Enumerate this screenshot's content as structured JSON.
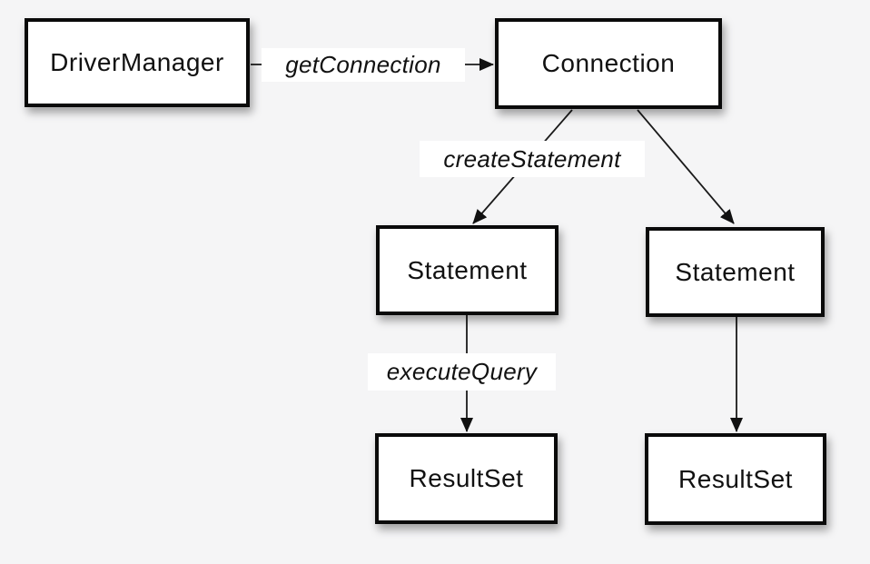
{
  "diagram": {
    "colors": {
      "background": "#f5f5f6",
      "node_fill": "#ffffff",
      "node_border": "#0a0a0a",
      "line": "#1a1a1a",
      "text": "#111111",
      "label_bg": "#ffffff"
    },
    "nodes": [
      {
        "id": "driver-manager",
        "label": "DriverManager"
      },
      {
        "id": "connection",
        "label": "Connection"
      },
      {
        "id": "statement-left",
        "label": "Statement"
      },
      {
        "id": "statement-right",
        "label": "Statement"
      },
      {
        "id": "resultset-left",
        "label": "ResultSet"
      },
      {
        "id": "resultset-right",
        "label": "ResultSet"
      }
    ],
    "edges": [
      {
        "id": "get-connection-edge",
        "from": "DriverManager",
        "to": "Connection",
        "label": "getConnection"
      },
      {
        "id": "create-statement-edge",
        "from": "Connection",
        "to": "Statement (left)",
        "label": "createStatement"
      },
      {
        "id": "connection-statement-edge",
        "from": "Connection",
        "to": "Statement (right)",
        "label": ""
      },
      {
        "id": "execute-query-edge",
        "from": "Statement (left)",
        "to": "ResultSet (left)",
        "label": "executeQuery"
      },
      {
        "id": "statement-resultset-edge",
        "from": "Statement (right)",
        "to": "ResultSet (right)",
        "label": ""
      }
    ],
    "edge_labels": [
      {
        "id": "get-connection-label",
        "text": "getConnection"
      },
      {
        "id": "create-statement-label",
        "text": "createStatement"
      },
      {
        "id": "execute-query-label",
        "text": "executeQuery"
      }
    ]
  }
}
